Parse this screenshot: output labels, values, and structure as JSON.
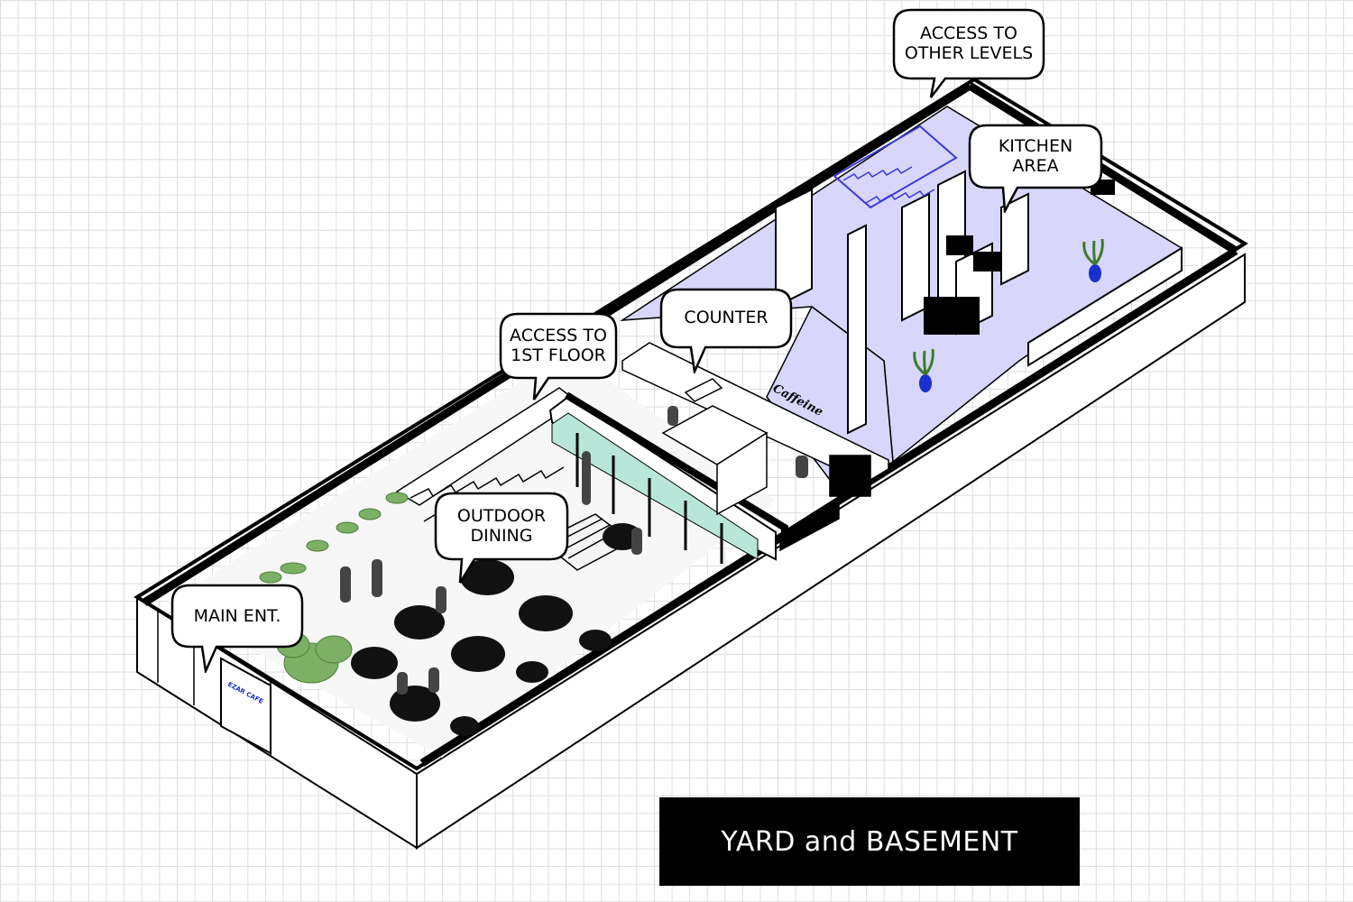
{
  "title": "YARD and BASEMENT",
  "labels": {
    "access_other": "ACCESS TO\nOTHER LEVELS",
    "kitchen": "KITCHEN\nAREA",
    "counter": "COUNTER",
    "access_first": "ACCESS TO\n1ST FLOOR",
    "outdoor": "OUTDOOR\nDINING",
    "main_ent": "MAIN ENT."
  },
  "signage": {
    "cafe_sign": "Caffeine",
    "door_sign": "EZAR CAFE"
  },
  "colors": {
    "basement_floor": "#d8d6fb",
    "stair_line": "#3a3ad8",
    "glass": "#b8e6d8",
    "plant_pot": "#1a2fd0",
    "title_bg": "#000000",
    "title_text": "#ffffff"
  }
}
